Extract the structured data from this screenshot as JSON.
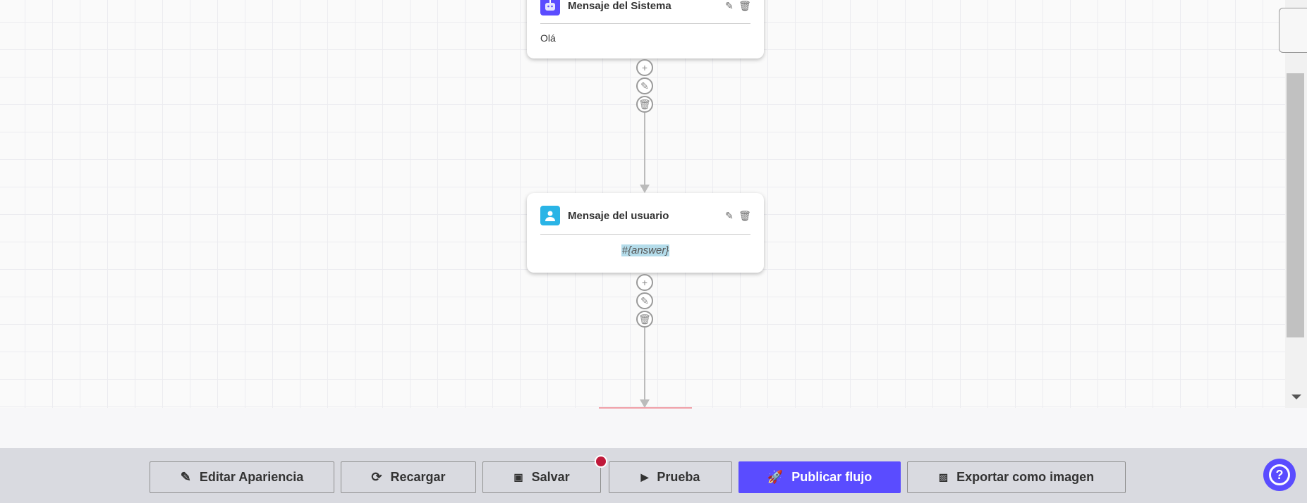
{
  "nodes": [
    {
      "title": "Mensaje del Sistema",
      "body": "Olá",
      "icon": "robot-icon",
      "color": "#5b4cff"
    },
    {
      "title": "Mensaje del usuario",
      "body": "#{answer}",
      "icon": "user-icon",
      "color": "#2ab4e6"
    }
  ],
  "footer": {
    "edit": "Editar Apariencia",
    "reload": "Recargar",
    "save": "Salvar",
    "test": "Prueba",
    "publish": "Publicar flujo",
    "export": "Exportar como imagen"
  },
  "colors": {
    "accent": "#5a4cff",
    "unsaved_dot": "#c0193a"
  }
}
